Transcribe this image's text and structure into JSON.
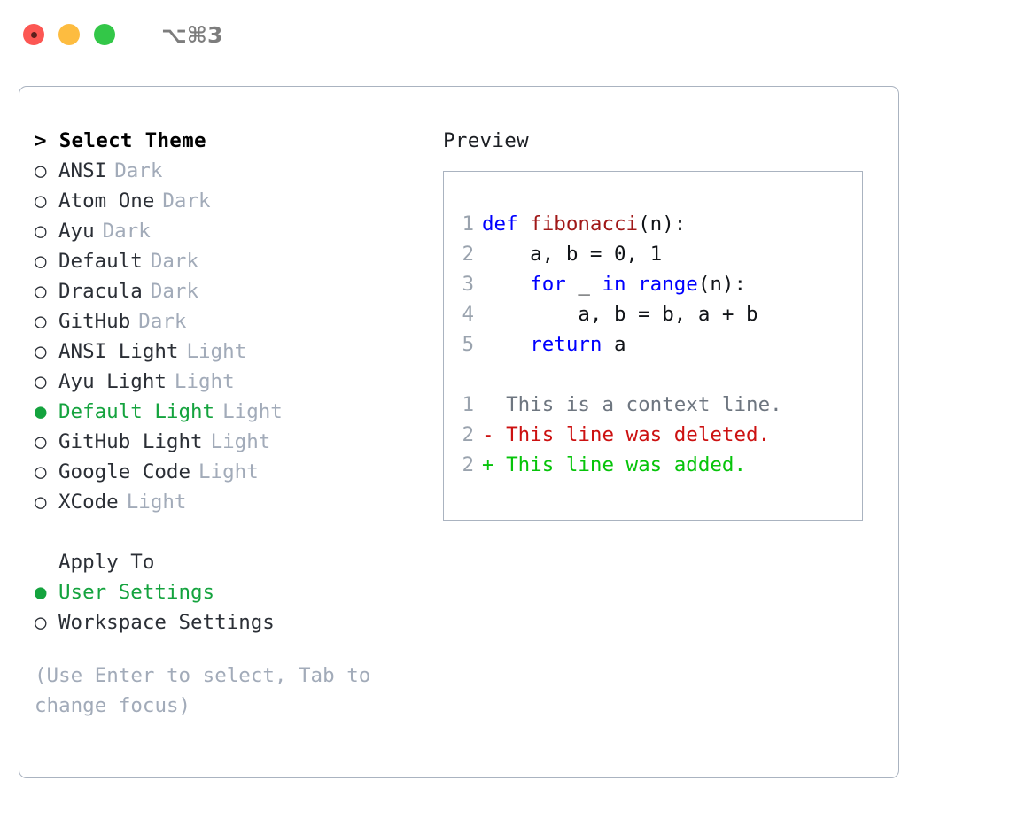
{
  "titlebar": {
    "buttons": [
      "close",
      "minimize",
      "zoom"
    ],
    "shortcut": "⌥⌘3"
  },
  "theme_picker": {
    "header": "> Select Theme",
    "items": [
      {
        "bullet": "○",
        "name": "ANSI",
        "tag": "Dark",
        "selected": false
      },
      {
        "bullet": "○",
        "name": "Atom One",
        "tag": "Dark",
        "selected": false
      },
      {
        "bullet": "○",
        "name": "Ayu",
        "tag": "Dark",
        "selected": false
      },
      {
        "bullet": "○",
        "name": "Default",
        "tag": "Dark",
        "selected": false
      },
      {
        "bullet": "○",
        "name": "Dracula",
        "tag": "Dark",
        "selected": false
      },
      {
        "bullet": "○",
        "name": "GitHub",
        "tag": "Dark",
        "selected": false
      },
      {
        "bullet": "○",
        "name": "ANSI Light",
        "tag": "Light",
        "selected": false
      },
      {
        "bullet": "○",
        "name": "Ayu Light",
        "tag": "Light",
        "selected": false
      },
      {
        "bullet": "●",
        "name": "Default Light",
        "tag": "Light",
        "selected": true
      },
      {
        "bullet": "○",
        "name": "GitHub Light",
        "tag": "Light",
        "selected": false
      },
      {
        "bullet": "○",
        "name": "Google Code",
        "tag": "Light",
        "selected": false
      },
      {
        "bullet": "○",
        "name": "XCode",
        "tag": "Light",
        "selected": false
      }
    ]
  },
  "apply_to": {
    "header": "Apply To",
    "items": [
      {
        "bullet": "●",
        "name": "User Settings",
        "selected": true
      },
      {
        "bullet": "○",
        "name": "Workspace Settings",
        "selected": false
      }
    ]
  },
  "hint": "(Use Enter to select, Tab to change focus)",
  "preview": {
    "label": "Preview",
    "code_lines": [
      {
        "num": "1",
        "tokens": [
          {
            "t": "def ",
            "c": "kw"
          },
          {
            "t": "fibonacci",
            "c": "fn"
          },
          {
            "t": "(n):",
            "c": "plain"
          }
        ]
      },
      {
        "num": "2",
        "tokens": [
          {
            "t": "    a, b = 0, 1",
            "c": "plain"
          }
        ]
      },
      {
        "num": "3",
        "tokens": [
          {
            "t": "    ",
            "c": "plain"
          },
          {
            "t": "for ",
            "c": "kw"
          },
          {
            "t": "_ ",
            "c": "plain"
          },
          {
            "t": "in ",
            "c": "kw"
          },
          {
            "t": "range",
            "c": "kw"
          },
          {
            "t": "(n):",
            "c": "plain"
          }
        ]
      },
      {
        "num": "4",
        "tokens": [
          {
            "t": "        a, b = b, a + b",
            "c": "plain"
          }
        ]
      },
      {
        "num": "5",
        "tokens": [
          {
            "t": "    ",
            "c": "plain"
          },
          {
            "t": "return ",
            "c": "kw"
          },
          {
            "t": "a",
            "c": "plain"
          }
        ]
      }
    ],
    "diff_lines": [
      {
        "num": "1",
        "marker": "  ",
        "text": "This is a context line.",
        "kind": "ctx"
      },
      {
        "num": "2",
        "marker": "- ",
        "text": "This line was deleted.",
        "kind": "del"
      },
      {
        "num": "2",
        "marker": "+ ",
        "text": "This line was added.",
        "kind": "add"
      }
    ]
  },
  "colors": {
    "accent_green": "#14a33e",
    "tag_gray": "#a2abb9",
    "border": "#aab3c0",
    "keyword_blue": "#0000ff",
    "function_red": "#a01818",
    "diff_add": "#06c40a",
    "diff_del": "#cc1111"
  }
}
